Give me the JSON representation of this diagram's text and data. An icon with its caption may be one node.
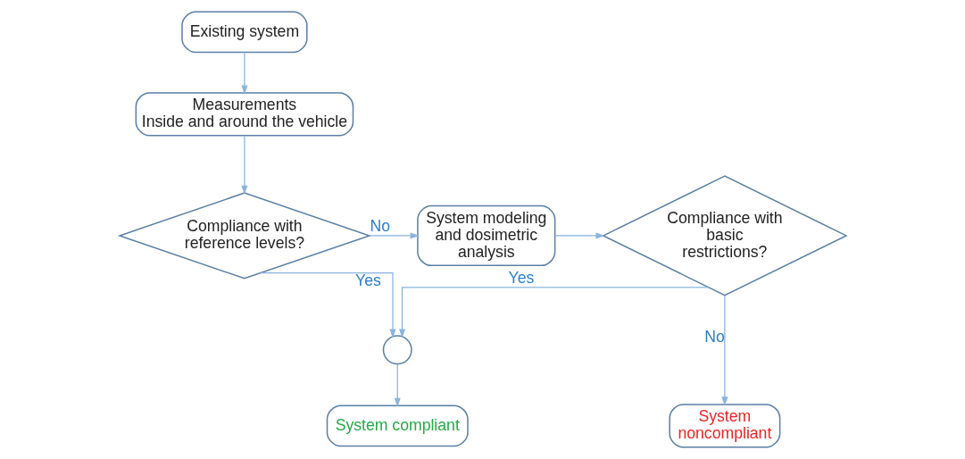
{
  "diagram": {
    "nodes": [
      {
        "text": [
          "Existing system"
        ]
      },
      {
        "text": [
          "Measurements",
          "Inside and around the vehicle"
        ]
      },
      {
        "text": [
          "Compliance with reference levels?"
        ]
      },
      {
        "text": [
          "System modeling and dosimetric analysis"
        ]
      },
      {
        "text": [
          "Compliance with basic restrictions?"
        ]
      },
      {
        "text": [],
        "shape": "circle"
      },
      {
        "text": [
          "System compliant"
        ]
      },
      {
        "text": [
          "System noncompliant"
        ]
      }
    ],
    "edges": [
      {
        "from": 0,
        "to": 1,
        "arrow": "to"
      },
      {
        "from": 1,
        "to": 2,
        "arrow": "to"
      },
      {
        "from": 2,
        "to": 3,
        "arrow": "to",
        "label": "No"
      },
      {
        "from": 3,
        "to": 4,
        "arrow": "to"
      },
      {
        "from": 2,
        "to": 5,
        "arrow": "to",
        "label": "Yes"
      },
      {
        "from": 4,
        "to": 5,
        "arrow": "to",
        "label": "Yes"
      },
      {
        "from": 5,
        "to": 6,
        "arrow": "to"
      },
      {
        "from": 4,
        "to": 7,
        "arrow": "to",
        "label": "No"
      }
    ]
  }
}
